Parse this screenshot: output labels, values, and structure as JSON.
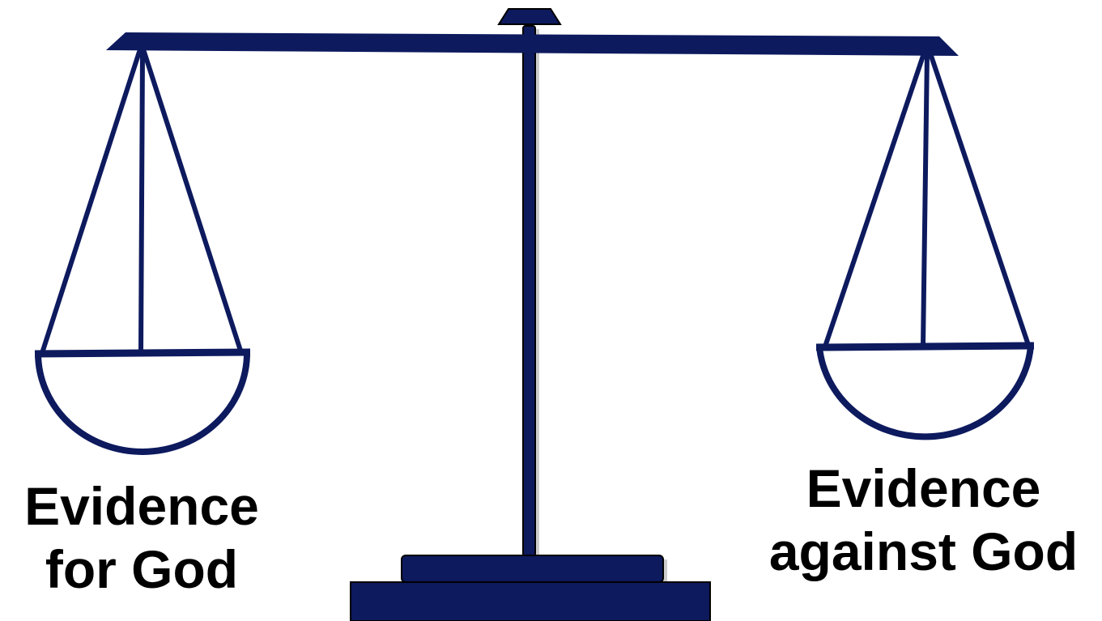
{
  "colors": {
    "scale_fill": "#0d1a5e",
    "scale_stroke": "#0d1a5e",
    "outline": "#000000",
    "text": "#000000",
    "background": "#ffffff"
  },
  "labels": {
    "left": {
      "line1": "Evidence",
      "line2": "for God"
    },
    "right": {
      "line1": "Evidence",
      "line2": "against God"
    }
  }
}
